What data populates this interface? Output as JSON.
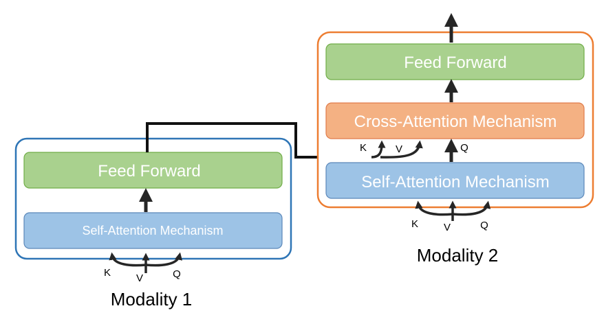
{
  "modality1": {
    "caption": "Modality 1",
    "feed_forward": "Feed Forward",
    "self_attention": "Self-Attention Mechanism",
    "inputs": {
      "k": "K",
      "v": "V",
      "q": "Q"
    }
  },
  "modality2": {
    "caption": "Modality 2",
    "feed_forward": "Feed Forward",
    "cross_attention": "Cross-Attention Mechanism",
    "self_attention": "Self-Attention Mechanism",
    "inputs": {
      "k": "K",
      "v": "V",
      "q": "Q"
    },
    "cross_inputs": {
      "k": "K",
      "v": "V",
      "q": "Q"
    }
  },
  "colors": {
    "modality1_border": "#2e75b6",
    "modality2_border": "#ed7d31",
    "feed_forward_fill": "#a9d18e",
    "feed_forward_stroke": "#70ad47",
    "self_attention_fill": "#9dc3e6",
    "self_attention_stroke": "#5b87b9",
    "cross_attention_fill": "#f4b183",
    "cross_attention_stroke": "#e07b4a",
    "arrow": "#262626",
    "box_text": "#ffffff"
  }
}
